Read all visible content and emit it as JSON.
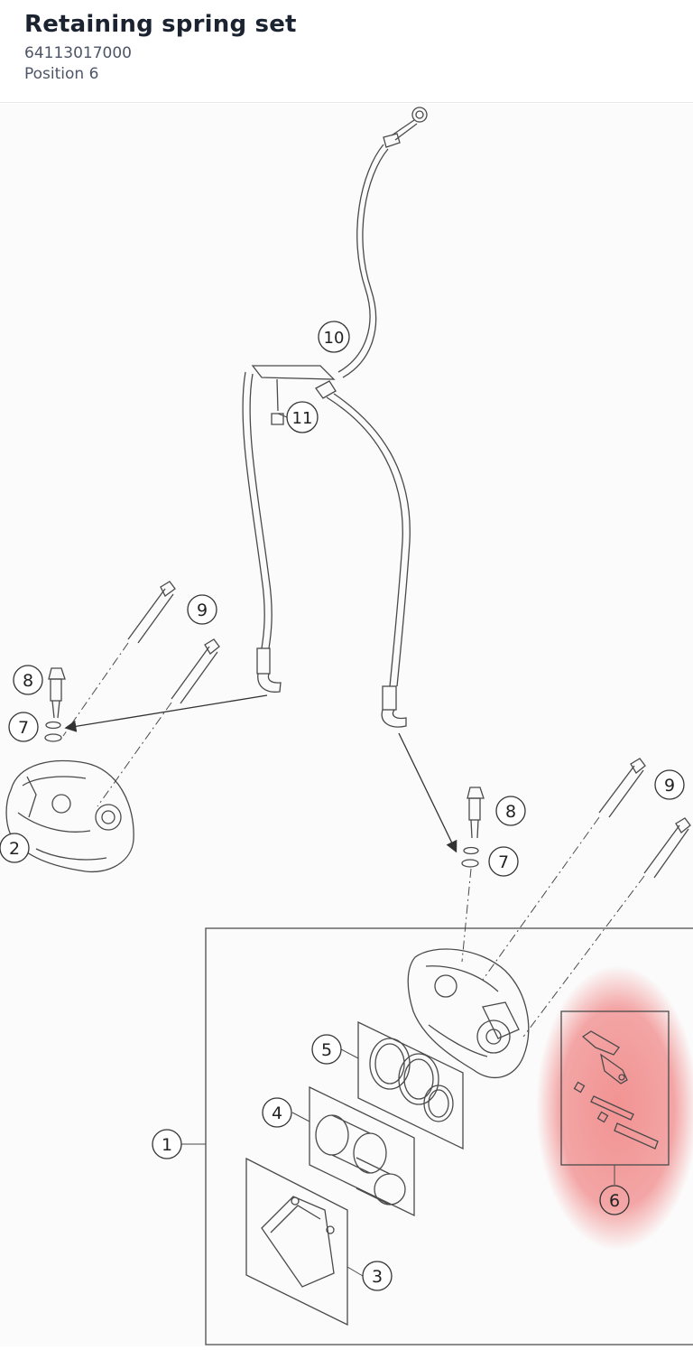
{
  "header": {
    "title": "Retaining spring set",
    "part_number": "64113017000",
    "position": "Position 6"
  },
  "diagram": {
    "highlight_color": "#f08080",
    "line_color": "#4a4a4a",
    "callouts": {
      "c1": "1",
      "c2": "2",
      "c3": "3",
      "c4": "4",
      "c5": "5",
      "c6": "6",
      "c7a": "7",
      "c7b": "7",
      "c8a": "8",
      "c8b": "8",
      "c9a": "9",
      "c9b": "9",
      "c10": "10",
      "c11": "11"
    }
  }
}
